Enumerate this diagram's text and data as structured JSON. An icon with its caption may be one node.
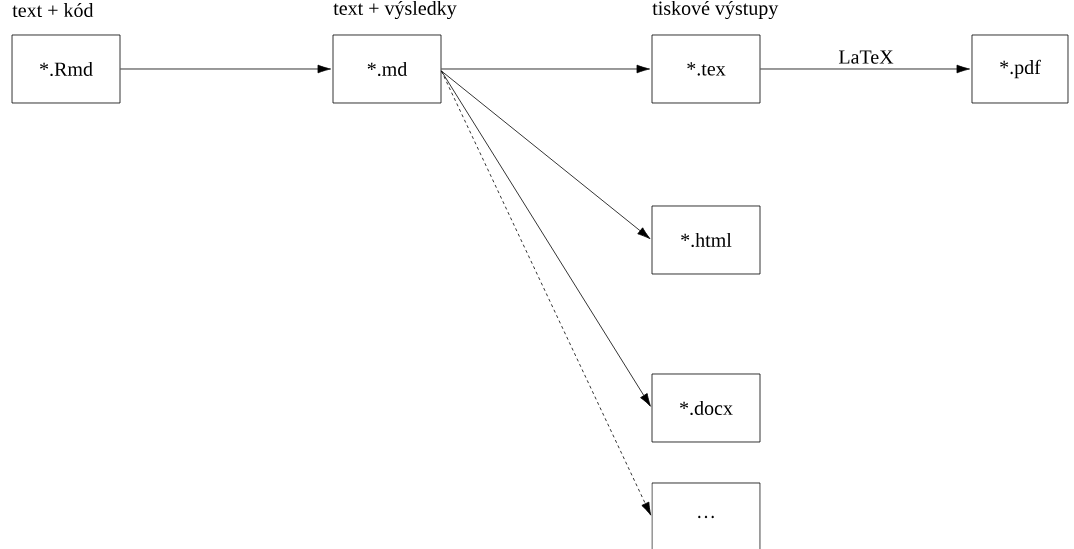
{
  "diagram": {
    "nodes": [
      {
        "text": [
          "text + kód",
          "*.Rmd"
        ]
      },
      {
        "text": [
          "text + výsledky",
          "*.md"
        ]
      },
      {
        "text": [
          "tiskové výstupy",
          "*.tex"
        ]
      },
      {
        "text": [
          "*.pdf"
        ]
      },
      {
        "text": [
          "*.html"
        ]
      },
      {
        "text": [
          "*.docx"
        ]
      },
      {
        "text": [
          "…"
        ]
      }
    ],
    "edges": [
      {
        "from": 0,
        "to": 1,
        "arrow": "to"
      },
      {
        "from": 1,
        "to": 2,
        "arrow": "to"
      },
      {
        "from": 2,
        "to": 3,
        "arrow": "to",
        "label": "LaTeX"
      },
      {
        "from": 1,
        "to": 4,
        "arrow": "to"
      },
      {
        "from": 1,
        "to": 5,
        "arrow": "to"
      },
      {
        "from": 1,
        "to": 6,
        "arrow": "to",
        "style": "dashed"
      }
    ]
  }
}
